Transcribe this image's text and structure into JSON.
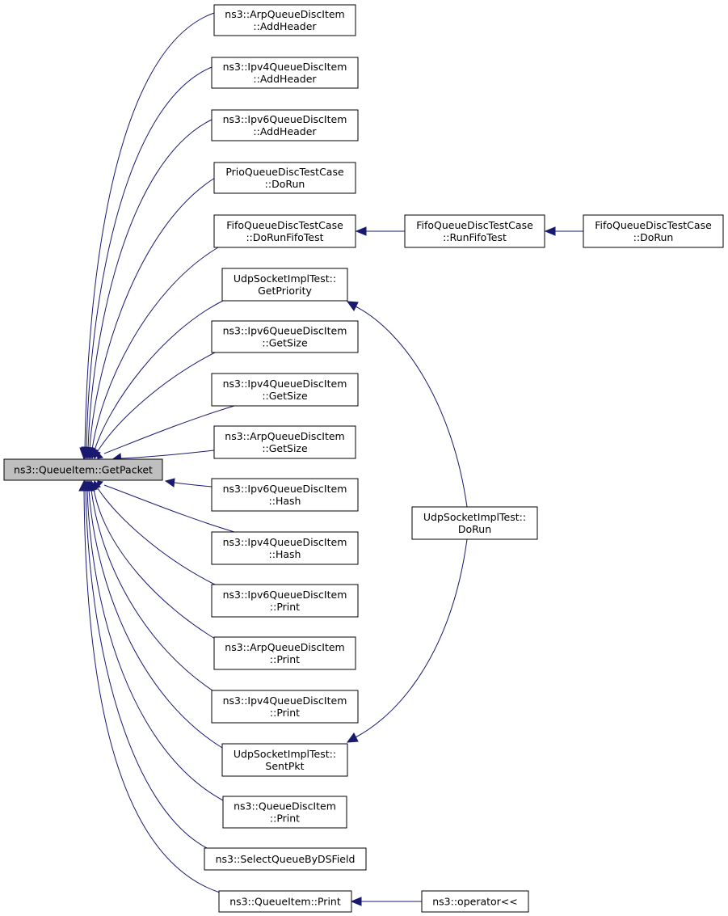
{
  "diagram": {
    "nodes": [
      {
        "id": "root",
        "lines": [
          "ns3::QueueItem::GetPacket"
        ],
        "root": true
      },
      {
        "id": "arp_add",
        "lines": [
          "ns3::ArpQueueDiscItem",
          "::AddHeader"
        ]
      },
      {
        "id": "ipv4_add",
        "lines": [
          "ns3::Ipv4QueueDiscItem",
          "::AddHeader"
        ]
      },
      {
        "id": "ipv6_add",
        "lines": [
          "ns3::Ipv6QueueDiscItem",
          "::AddHeader"
        ]
      },
      {
        "id": "prio_dorun",
        "lines": [
          "PrioQueueDiscTestCase",
          "::DoRun"
        ]
      },
      {
        "id": "fifo_dorunfifo",
        "lines": [
          "FifoQueueDiscTestCase",
          "::DoRunFifoTest"
        ]
      },
      {
        "id": "fifo_runfifo",
        "lines": [
          "FifoQueueDiscTestCase",
          "::RunFifoTest"
        ]
      },
      {
        "id": "fifo_dorun",
        "lines": [
          "FifoQueueDiscTestCase",
          "::DoRun"
        ]
      },
      {
        "id": "udp_getprio",
        "lines": [
          "UdpSocketImplTest::",
          "GetPriority"
        ]
      },
      {
        "id": "ipv6_size",
        "lines": [
          "ns3::Ipv6QueueDiscItem",
          "::GetSize"
        ]
      },
      {
        "id": "ipv4_size",
        "lines": [
          "ns3::Ipv4QueueDiscItem",
          "::GetSize"
        ]
      },
      {
        "id": "arp_size",
        "lines": [
          "ns3::ArpQueueDiscItem",
          "::GetSize"
        ]
      },
      {
        "id": "ipv6_hash",
        "lines": [
          "ns3::Ipv6QueueDiscItem",
          "::Hash"
        ]
      },
      {
        "id": "ipv4_hash",
        "lines": [
          "ns3::Ipv4QueueDiscItem",
          "::Hash"
        ]
      },
      {
        "id": "ipv6_print",
        "lines": [
          "ns3::Ipv6QueueDiscItem",
          "::Print"
        ]
      },
      {
        "id": "arp_print",
        "lines": [
          "ns3::ArpQueueDiscItem",
          "::Print"
        ]
      },
      {
        "id": "ipv4_print",
        "lines": [
          "ns3::Ipv4QueueDiscItem",
          "::Print"
        ]
      },
      {
        "id": "udp_sentpkt",
        "lines": [
          "UdpSocketImplTest::",
          "SentPkt"
        ]
      },
      {
        "id": "udp_dorun",
        "lines": [
          "UdpSocketImplTest::",
          "DoRun"
        ]
      },
      {
        "id": "qdi_print",
        "lines": [
          "ns3::QueueDiscItem",
          "::Print"
        ]
      },
      {
        "id": "select_ds",
        "lines": [
          "ns3::SelectQueueByDSField"
        ]
      },
      {
        "id": "qi_print",
        "lines": [
          "ns3::QueueItem::Print"
        ]
      },
      {
        "id": "op_shift",
        "lines": [
          "ns3::operator<<"
        ]
      }
    ],
    "edges": [
      {
        "from": "arp_add",
        "to": "root"
      },
      {
        "from": "ipv4_add",
        "to": "root"
      },
      {
        "from": "ipv6_add",
        "to": "root"
      },
      {
        "from": "prio_dorun",
        "to": "root"
      },
      {
        "from": "fifo_dorunfifo",
        "to": "root"
      },
      {
        "from": "udp_getprio",
        "to": "root"
      },
      {
        "from": "ipv6_size",
        "to": "root"
      },
      {
        "from": "ipv4_size",
        "to": "root"
      },
      {
        "from": "arp_size",
        "to": "root"
      },
      {
        "from": "ipv6_hash",
        "to": "root"
      },
      {
        "from": "ipv4_hash",
        "to": "root"
      },
      {
        "from": "ipv6_print",
        "to": "root"
      },
      {
        "from": "arp_print",
        "to": "root"
      },
      {
        "from": "ipv4_print",
        "to": "root"
      },
      {
        "from": "udp_sentpkt",
        "to": "root"
      },
      {
        "from": "qdi_print",
        "to": "root"
      },
      {
        "from": "select_ds",
        "to": "root"
      },
      {
        "from": "qi_print",
        "to": "root"
      },
      {
        "from": "fifo_runfifo",
        "to": "fifo_dorunfifo"
      },
      {
        "from": "fifo_dorun",
        "to": "fifo_runfifo"
      },
      {
        "from": "udp_dorun",
        "to": "udp_getprio"
      },
      {
        "from": "udp_dorun",
        "to": "udp_sentpkt"
      },
      {
        "from": "op_shift",
        "to": "qi_print"
      }
    ],
    "colors": {
      "edge": "#191970",
      "root_fill": "#bfbfbf",
      "node_fill": "#ffffff",
      "border": "#000000"
    }
  }
}
